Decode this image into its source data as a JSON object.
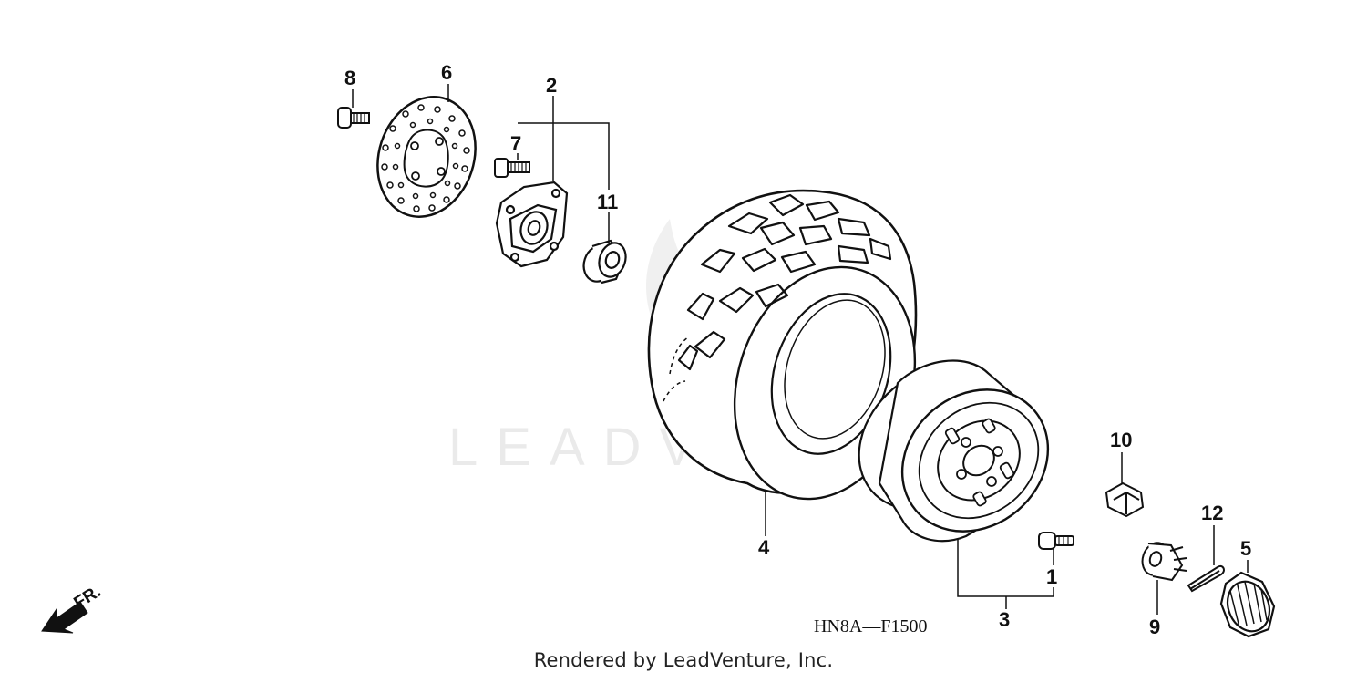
{
  "diagram": {
    "diagram_code": "HN8A—F1500",
    "direction_label": "FR.",
    "watermark": "LEADVENTURE",
    "footer": "Rendered by LeadVenture, Inc.",
    "callouts": {
      "c1": "1",
      "c2": "2",
      "c3": "3",
      "c4": "4",
      "c5": "5",
      "c6": "6",
      "c7": "7",
      "c8": "8",
      "c9": "9",
      "c10": "10",
      "c11": "11",
      "c12": "12"
    }
  }
}
